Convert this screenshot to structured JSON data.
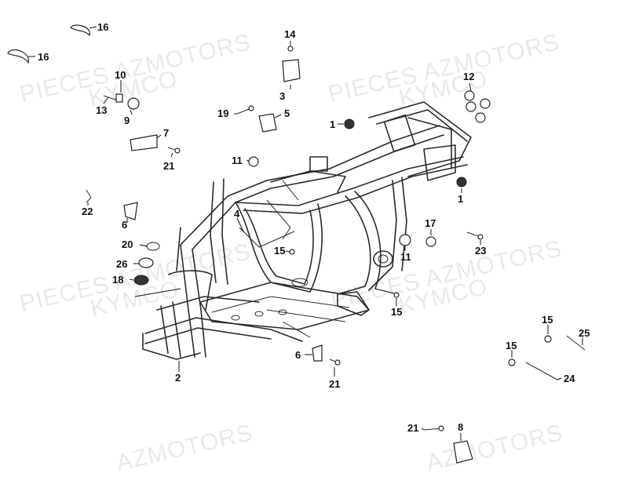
{
  "watermarks": [
    {
      "text": "PIECES AZMOTORS"
    },
    {
      "text": "KYMCO"
    },
    {
      "text": "PIECES AZMOTORS"
    },
    {
      "text": "KYMCO"
    },
    {
      "text": "PIECES AZMOTORS"
    },
    {
      "text": "KYMCO"
    },
    {
      "text": "PIECES AZMOTORS"
    },
    {
      "text": "KYMCO"
    },
    {
      "text": "AZMOTORS"
    },
    {
      "text": "AZMOTORS"
    }
  ],
  "callouts": [
    {
      "id": "c16a",
      "text": "16"
    },
    {
      "id": "c16b",
      "text": "16"
    },
    {
      "id": "c14",
      "text": "14"
    },
    {
      "id": "c3",
      "text": "3"
    },
    {
      "id": "c10",
      "text": "10"
    },
    {
      "id": "c13",
      "text": "13"
    },
    {
      "id": "c9",
      "text": "9"
    },
    {
      "id": "c12",
      "text": "12"
    },
    {
      "id": "c19",
      "text": "19"
    },
    {
      "id": "c5",
      "text": "5"
    },
    {
      "id": "c1a",
      "text": "1"
    },
    {
      "id": "c7",
      "text": "7"
    },
    {
      "id": "c21a",
      "text": "21"
    },
    {
      "id": "c11a",
      "text": "11"
    },
    {
      "id": "c1b",
      "text": "1"
    },
    {
      "id": "c22",
      "text": "22"
    },
    {
      "id": "c4",
      "text": "4"
    },
    {
      "id": "c6a",
      "text": "6"
    },
    {
      "id": "c17",
      "text": "17"
    },
    {
      "id": "c20",
      "text": "20"
    },
    {
      "id": "c15a",
      "text": "15"
    },
    {
      "id": "c11b",
      "text": "11"
    },
    {
      "id": "c23",
      "text": "23"
    },
    {
      "id": "c26",
      "text": "26"
    },
    {
      "id": "c18",
      "text": "18"
    },
    {
      "id": "c15b",
      "text": "15"
    },
    {
      "id": "c15c",
      "text": "15"
    },
    {
      "id": "c25",
      "text": "25"
    },
    {
      "id": "c15d",
      "text": "15"
    },
    {
      "id": "c6b",
      "text": "6"
    },
    {
      "id": "c2",
      "text": "2"
    },
    {
      "id": "c21b",
      "text": "21"
    },
    {
      "id": "c24",
      "text": "24"
    },
    {
      "id": "c21c",
      "text": "21"
    },
    {
      "id": "c8",
      "text": "8"
    }
  ]
}
